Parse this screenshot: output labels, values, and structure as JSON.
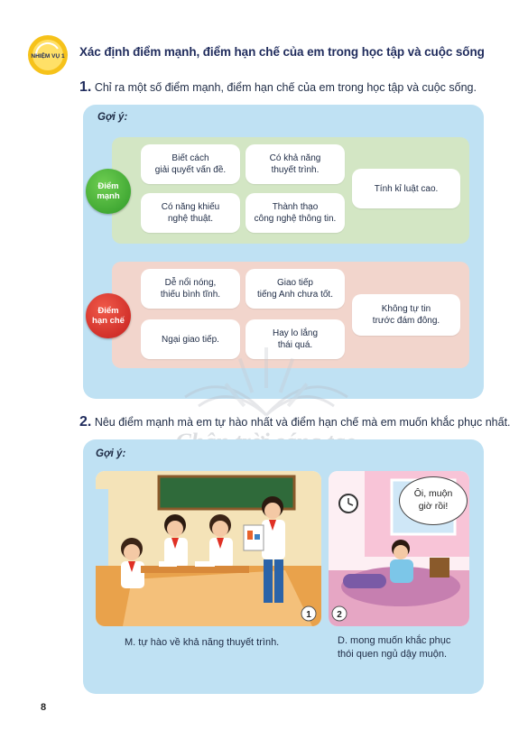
{
  "header": {
    "badge_label": "NHIỆM VỤ 1",
    "title": "Xác định điểm mạnh, điểm hạn chế của em trong học tập và cuộc sống"
  },
  "question1": {
    "number": "1.",
    "text": "Chỉ ra một số điểm mạnh, điểm hạn chế của em trong học tập và cuộc sống."
  },
  "hint1": {
    "label": "Gợi ý:",
    "strengths": {
      "label_line1": "Điểm",
      "label_line2": "mạnh",
      "items": [
        {
          "line1": "Biết cách",
          "line2": "giải quyết vấn đề."
        },
        {
          "line1": "Có khả năng",
          "line2": "thuyết trình."
        },
        {
          "line1": "Có năng khiếu",
          "line2": "nghệ thuật."
        },
        {
          "line1": "Thành thạo",
          "line2": "công nghệ thông tin."
        },
        {
          "line1": "Tính kỉ luật cao.",
          "line2": ""
        }
      ]
    },
    "weaknesses": {
      "label_line1": "Điểm",
      "label_line2": "hạn chế",
      "items": [
        {
          "line1": "Dễ nổi nóng,",
          "line2": "thiếu bình tĩnh."
        },
        {
          "line1": "Giao tiếp",
          "line2": "tiếng Anh chưa tốt."
        },
        {
          "line1": "Ngại giao tiếp.",
          "line2": ""
        },
        {
          "line1": "Hay lo lắng",
          "line2": "thái quá."
        },
        {
          "line1": "Không tự tin",
          "line2": "trước đám đông."
        }
      ]
    }
  },
  "watermark_text": "Chân trời sáng tạo",
  "question2": {
    "number": "2.",
    "text": "Nêu điểm mạnh mà em tự hào nhất và điểm hạn chế mà em muốn khắc phục nhất."
  },
  "hint2": {
    "label": "Gợi ý:",
    "illus1_number": "1",
    "illus2_number": "2",
    "speech_line1": "Ôi, muộn",
    "speech_line2": "giờ rồi!",
    "caption1": "M. tự hào về khả năng thuyết trình.",
    "caption2_line1": "D. mong muốn khắc phục",
    "caption2_line2": "thói quen ngủ dậy muộn."
  },
  "page_number": "8",
  "colors": {
    "panel": "#bfe1f3",
    "strengths_row": "#d3e6c4",
    "weaknesses_row": "#f2d5cc",
    "strengths_circle": "#2f9a28",
    "weaknesses_circle": "#c51f1d",
    "title": "#1f2b5c"
  }
}
